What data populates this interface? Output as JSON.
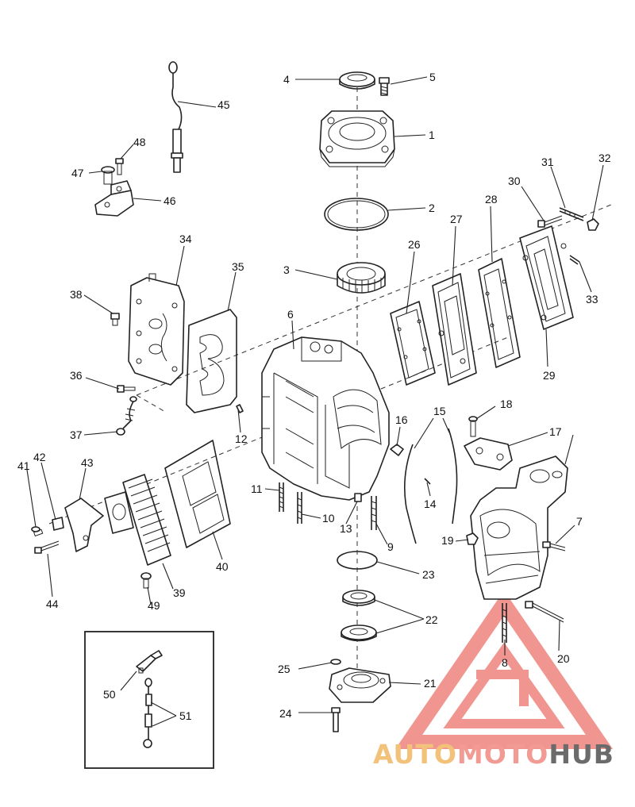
{
  "labels": [
    "1",
    "2",
    "3",
    "4",
    "5",
    "6",
    "7",
    "8",
    "9",
    "10",
    "11",
    "12",
    "13",
    "14",
    "15",
    "16",
    "17",
    "18",
    "19",
    "20",
    "21",
    "22",
    "23",
    "24",
    "25",
    "26",
    "27",
    "28",
    "29",
    "30",
    "31",
    "32",
    "33",
    "34",
    "35",
    "36",
    "37",
    "38",
    "39",
    "40",
    "41",
    "42",
    "43",
    "44",
    "45",
    "46",
    "47",
    "48",
    "49",
    "50",
    "51"
  ],
  "watermark": {
    "part1": "AUTO",
    "part2": "MOTO",
    "part3": "HUB",
    "color1": "#f2c27a",
    "color2": "#f29a94",
    "color3": "#6b6b6b",
    "triangle_color": "#f08a84"
  }
}
